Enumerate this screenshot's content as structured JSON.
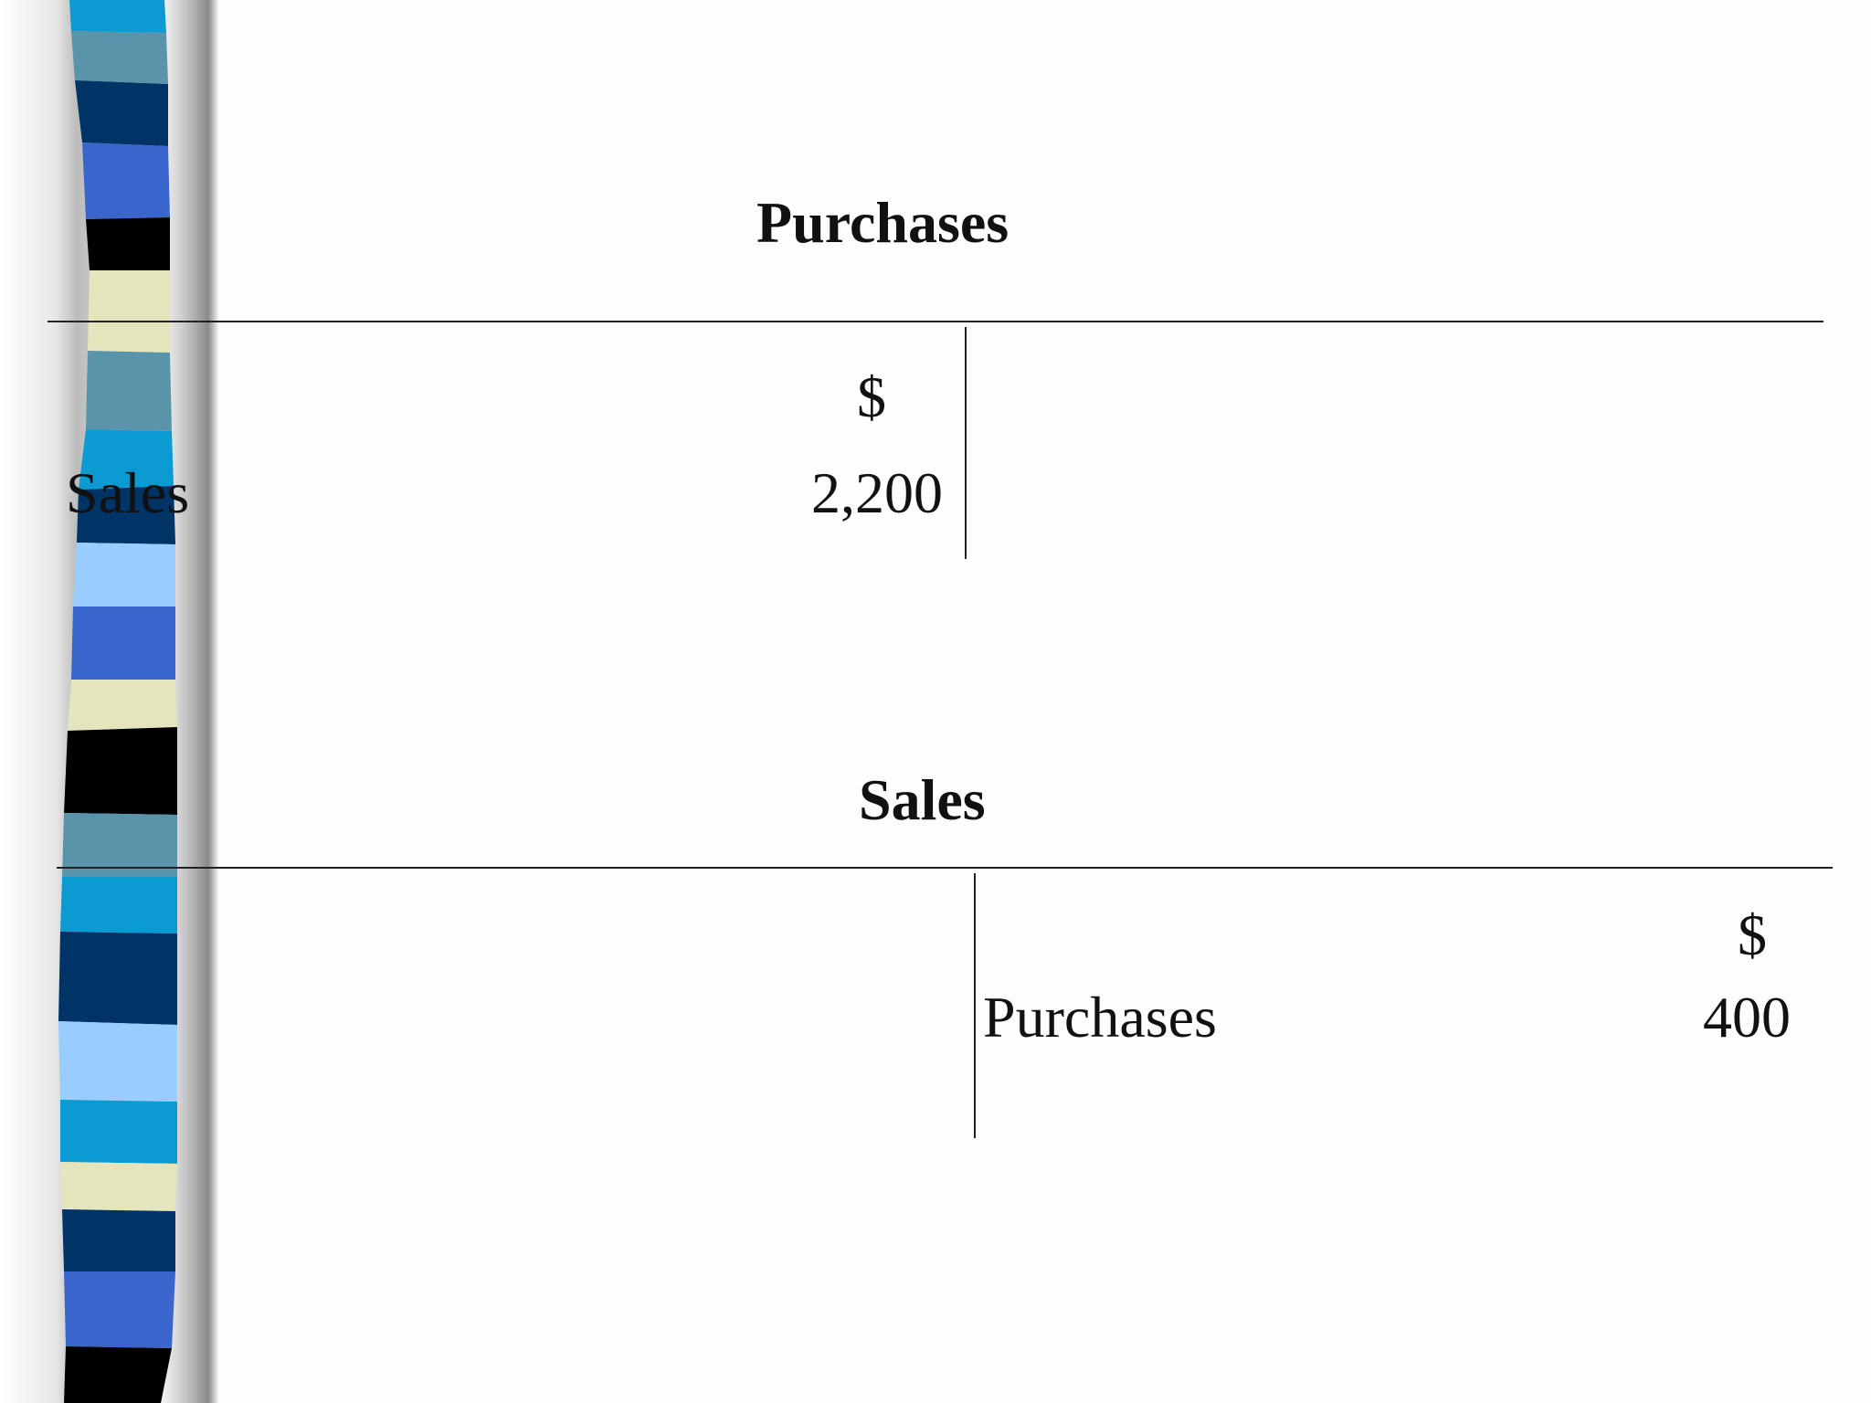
{
  "accounts": [
    {
      "title": "Purchases",
      "debit": {
        "currency": "$",
        "label": "Sales",
        "amount": "2,200"
      },
      "credit": {
        "currency": "",
        "label": "",
        "amount": ""
      }
    },
    {
      "title": "Sales",
      "debit": {
        "currency": "",
        "label": "",
        "amount": ""
      },
      "credit": {
        "currency": "$",
        "label": "Purchases",
        "amount": "400"
      }
    }
  ],
  "colors": {
    "background": "#fdfdff",
    "rule": "#222222",
    "banner": [
      "#0a9bd2",
      "#5a94ab",
      "#003366",
      "#3a66cc",
      "#000000",
      "#e4e4bd",
      "#99ccff"
    ]
  }
}
